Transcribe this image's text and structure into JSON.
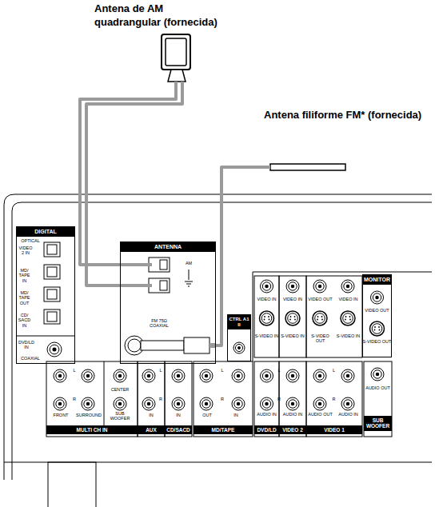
{
  "diagram": {
    "nodes": [
      {
        "text": [
          "Antena de AM quadrangular (fornecida)"
        ]
      },
      {
        "text": [
          "Antena filiforme FM* (fornecida)"
        ]
      },
      {
        "text": [
          "DIGITAL"
        ]
      },
      {
        "text": [
          "ANTENNA"
        ]
      },
      {
        "text": [
          "CTRL A1 II"
        ]
      },
      {
        "text": [
          "MONITOR"
        ]
      }
    ],
    "edges": [
      {
        "from": 0,
        "to": 3,
        "arrow": "none"
      },
      {
        "from": 1,
        "to": 3,
        "arrow": "none"
      }
    ],
    "labels": [
      "OPTICAL",
      "VIDEO 2 IN",
      "MD/ TAPE IN",
      "MD/ TAPE OUT",
      "CD/ SACD IN",
      "DVD/LD IN",
      "COAXIAL",
      "AM",
      "FM 75Ω COAXIAL",
      "VIDEO IN",
      "S-VIDEO IN",
      "VIDEO IN",
      "S-VIDEO IN",
      "VIDEO OUT",
      "VIDEO IN",
      "S-VIDEO OUT",
      "S-VIDEO IN",
      "VIDEO OUT",
      "S-VIDEO OUT",
      "L",
      "R",
      "L",
      "R",
      "AUDIO IN",
      "AUDIO IN",
      "AUDIO OUT",
      "AUDIO IN",
      "DVD/LD",
      "VIDEO 2",
      "VIDEO 1",
      "AUDIO OUT",
      "SUB WOOFER",
      "L",
      "R",
      "CENTER",
      "FRONT",
      "SURROUND",
      "SUB WOOFER",
      "MULTI CH IN",
      "L",
      "R",
      "IN",
      "AUX",
      "IN",
      "CD/SACD",
      "L",
      "R",
      "OUT",
      "IN",
      "MD/TAPE"
    ]
  }
}
